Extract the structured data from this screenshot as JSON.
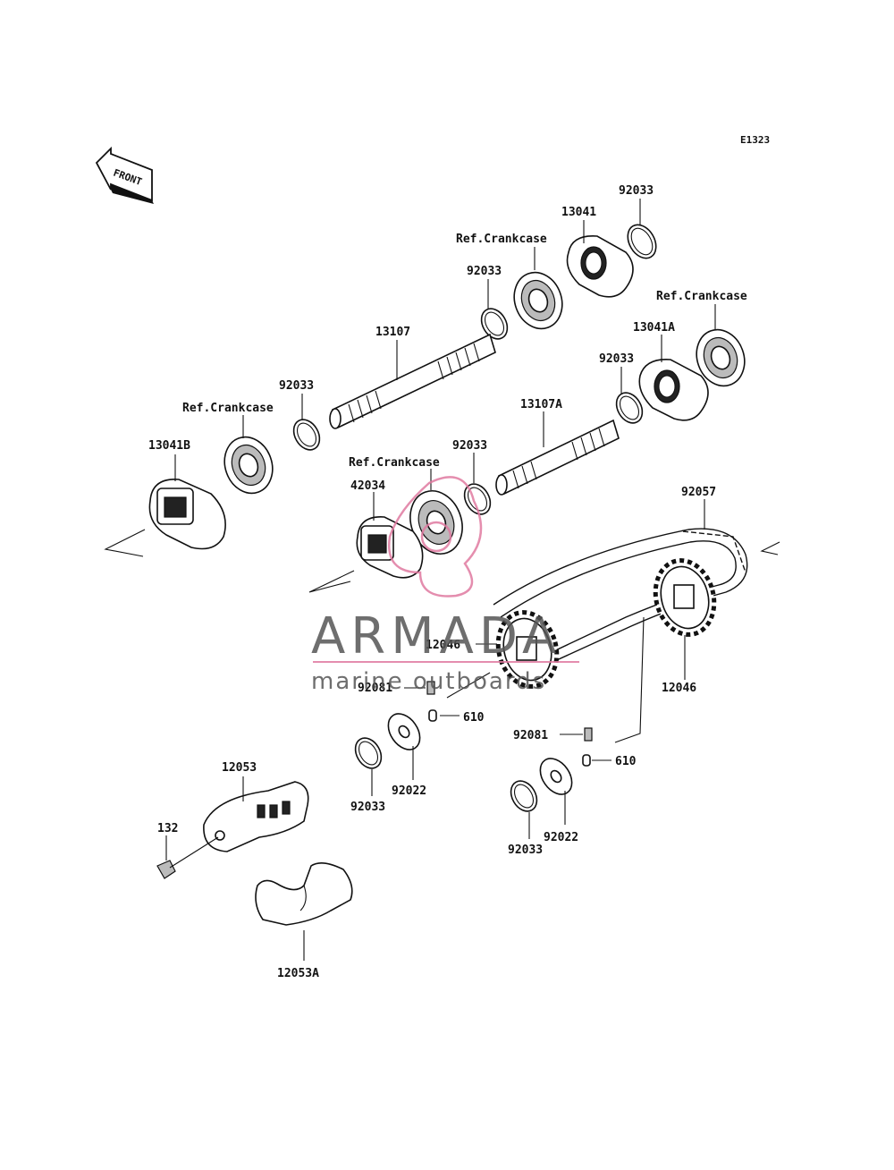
{
  "diagram": {
    "code": "E1323",
    "front_label": "FRONT"
  },
  "labels": {
    "p92033_top": "92033",
    "p13041": "13041",
    "ref_crankcase_1": "Ref.Crankcase",
    "p92033_b": "92033",
    "ref_crankcase_2": "Ref.Crankcase",
    "p13041A": "13041A",
    "p13107": "13107",
    "p92033_c": "92033",
    "p92033_d": "92033",
    "ref_crankcase_3": "Ref.Crankcase",
    "p13107A": "13107A",
    "p13041B": "13041B",
    "p92033_e": "92033",
    "ref_crankcase_4": "Ref.Crankcase",
    "p42034": "42034",
    "p92057": "92057",
    "p12046_left": "12046",
    "p12046_right": "12046",
    "p92081_left": "92081",
    "p610_left": "610",
    "p92081_right": "92081",
    "p610_right": "610",
    "p92033_f": "92033",
    "p92022_left": "92022",
    "p92033_g": "92033",
    "p92022_right": "92022",
    "p12053": "12053",
    "p132": "132",
    "p12053A": "12053A"
  },
  "watermark": {
    "brand": "ARMADA",
    "tagline": "marine outboards",
    "colors": {
      "brand": "#555555",
      "accent": "#e07aa0"
    }
  }
}
